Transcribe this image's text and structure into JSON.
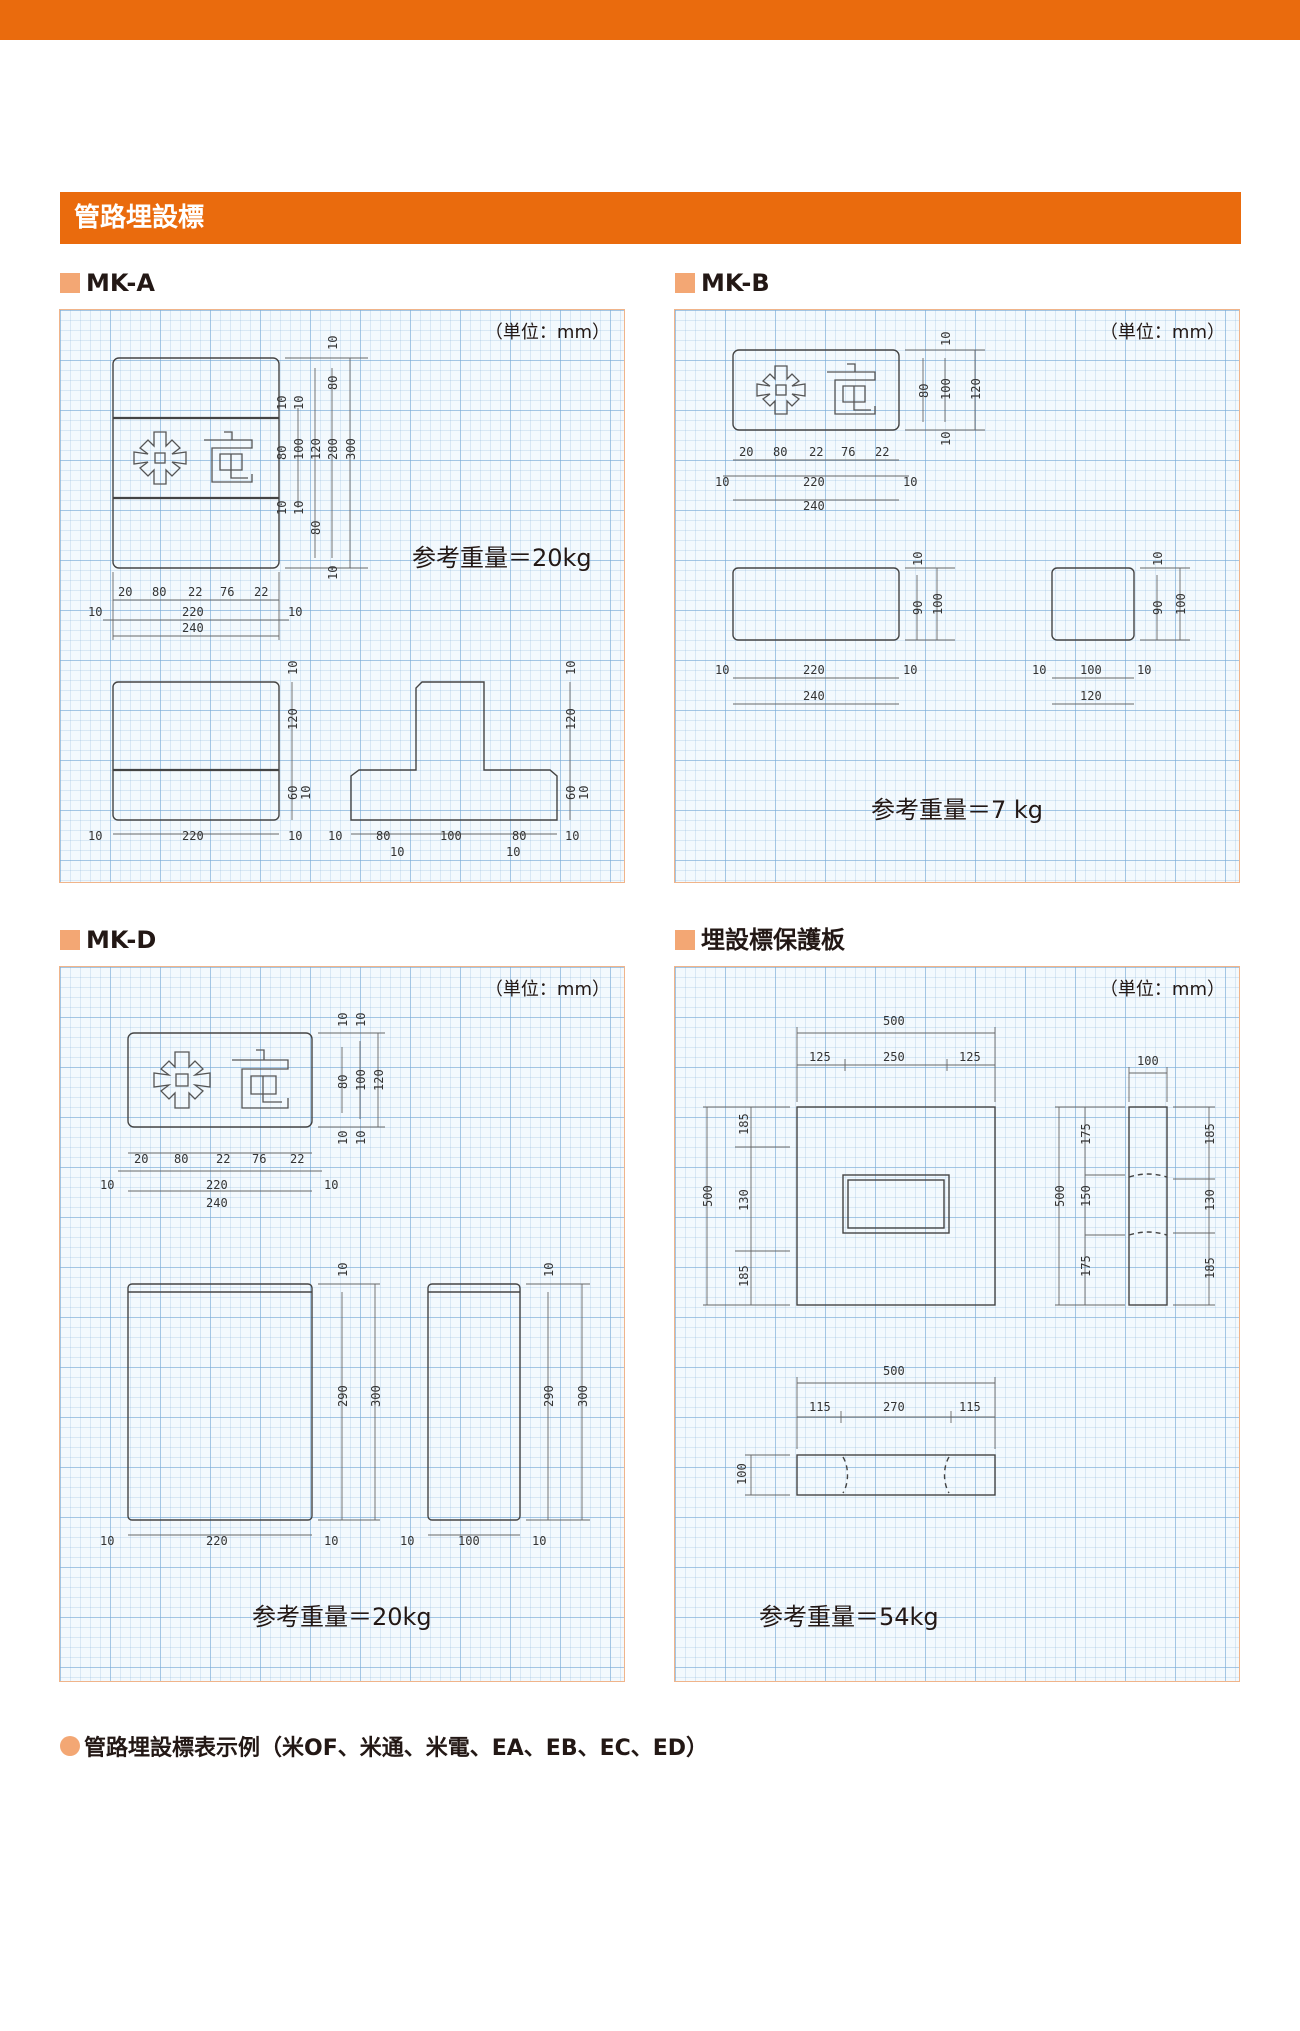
{
  "section_title": "管路埋設標",
  "unit_label": "（単位：mm）",
  "panels": [
    {
      "title": "MK-A",
      "weight": "参考重量＝20kg"
    },
    {
      "title": "MK-B",
      "weight": "参考重量＝7 kg"
    },
    {
      "title": "MK-D",
      "weight": "参考重量＝20kg"
    },
    {
      "title": "埋設標保護板",
      "weight": "参考重量＝54kg"
    }
  ],
  "dims": {
    "mka": [
      "10",
      "80",
      "10",
      "10",
      "100",
      "120",
      "280",
      "300",
      "80",
      "10",
      "10",
      "80",
      "10",
      "20",
      "80",
      "22",
      "76",
      "22",
      "10",
      "220",
      "10",
      "240",
      "10",
      "120",
      "60",
      "10",
      "10",
      "220",
      "10",
      "120",
      "60",
      "10",
      "10",
      "10",
      "80",
      "100",
      "80",
      "10",
      "10",
      "10"
    ],
    "mkb": [
      "10",
      "80",
      "100",
      "120",
      "10",
      "20",
      "80",
      "22",
      "76",
      "22",
      "10",
      "220",
      "10",
      "240",
      "10",
      "90",
      "100",
      "10",
      "220",
      "10",
      "240",
      "10",
      "90",
      "100",
      "10",
      "100",
      "10",
      "120"
    ],
    "mkd": [
      "10",
      "10",
      "80",
      "100",
      "120",
      "10",
      "10",
      "20",
      "80",
      "22",
      "76",
      "22",
      "10",
      "220",
      "10",
      "240",
      "10",
      "290",
      "300",
      "10",
      "220",
      "10",
      "10",
      "290",
      "300",
      "10",
      "100",
      "10"
    ],
    "plate": [
      "500",
      "125",
      "250",
      "125",
      "100",
      "500",
      "185",
      "130",
      "185",
      "500",
      "175",
      "150",
      "175",
      "185",
      "130",
      "185",
      "500",
      "115",
      "270",
      "115",
      "100"
    ]
  },
  "bottom_note": "管路埋設標表示例（米OF、米通、米電、EA、EB、EC、ED）"
}
